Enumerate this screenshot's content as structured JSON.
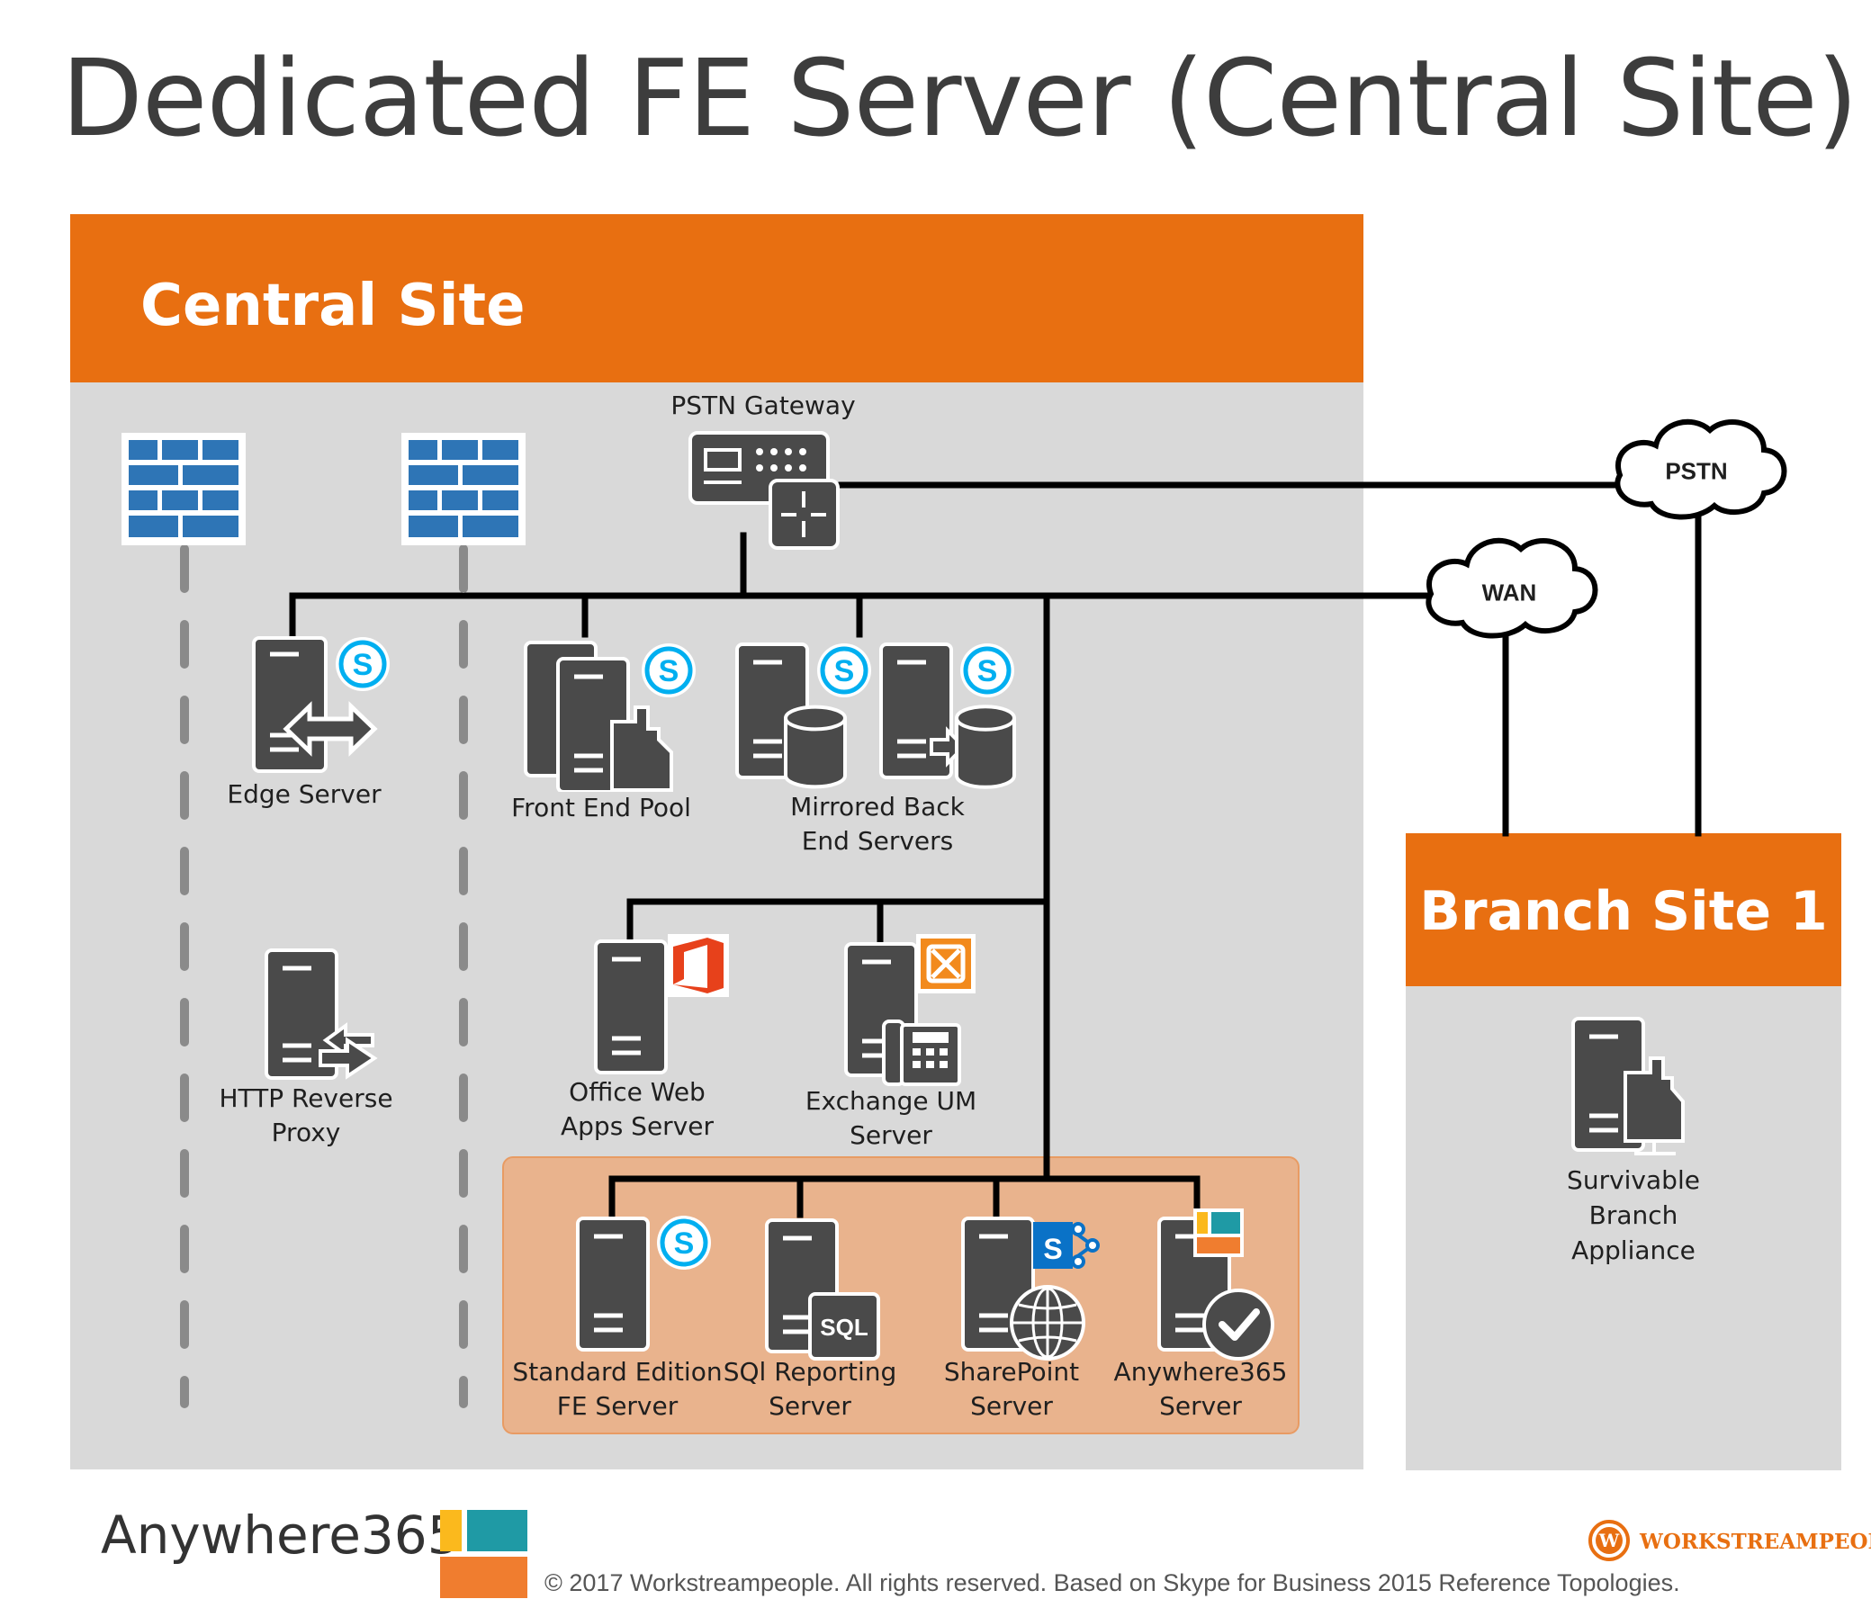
{
  "title": "Dedicated FE Server (Central Site)",
  "central_site": {
    "label": "Central Site"
  },
  "branch_site": {
    "label": "Branch Site 1"
  },
  "clouds": {
    "pstn": "PSTN",
    "wan": "WAN"
  },
  "nodes": {
    "pstn_gateway": "PSTN Gateway",
    "edge_server": "Edge Server",
    "front_end_pool": "Front End Pool",
    "mirrored_back_end_1": "Mirrored Back",
    "mirrored_back_end_2": "End Servers",
    "http_reverse_proxy_1": "HTTP Reverse",
    "http_reverse_proxy_2": "Proxy",
    "office_web_apps_1": "Office Web",
    "office_web_apps_2": "Apps Server",
    "exchange_um_1": "Exchange UM",
    "exchange_um_2": "Server",
    "standard_fe_1": "Standard Edition",
    "standard_fe_2": "FE Server",
    "sql_reporting_1": "SQl Reporting",
    "sql_reporting_2": "Server",
    "sharepoint_1": "SharePoint",
    "sharepoint_2": "Server",
    "anywhere365_1": "Anywhere365",
    "anywhere365_2": "Server",
    "sba_1": "Survivable",
    "sba_2": "Branch",
    "sba_3": "Appliance"
  },
  "badges": {
    "sql": "SQL",
    "skype": "S",
    "sharepoint": "S"
  },
  "footer": {
    "brand": "Anywhere365",
    "copyright": "© 2017 Workstreampeople. All rights reserved. Based on Skype for Business 2015 Reference Topologies.",
    "workstream_logo_text": "WORKSTREAMPEOPLE",
    "workstream_badge": "W"
  },
  "colors": {
    "orange": "#e86f11",
    "gray_bg": "#d9d9d9",
    "server": "#4a4a4a",
    "firewall": "#2e75b6",
    "skype": "#00aff0"
  }
}
